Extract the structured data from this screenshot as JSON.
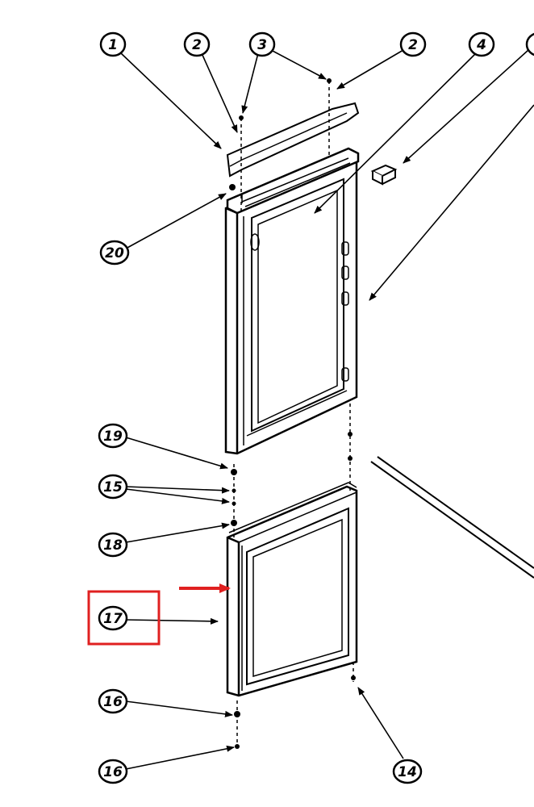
{
  "diagram": {
    "callouts": [
      {
        "id": "c1",
        "label": "1"
      },
      {
        "id": "c2a",
        "label": "2"
      },
      {
        "id": "c3",
        "label": "3"
      },
      {
        "id": "c2b",
        "label": "2"
      },
      {
        "id": "c4",
        "label": "4"
      },
      {
        "id": "c20",
        "label": "20"
      },
      {
        "id": "c19",
        "label": "19"
      },
      {
        "id": "c15",
        "label": "15"
      },
      {
        "id": "c18",
        "label": "18"
      },
      {
        "id": "c17",
        "label": "17"
      },
      {
        "id": "c16",
        "label": "16"
      },
      {
        "id": "c16b",
        "label": "16"
      },
      {
        "id": "c14",
        "label": "14"
      }
    ],
    "highlight": {
      "target": "17",
      "color": "#e02020"
    },
    "pointer_color": "#e02020"
  }
}
